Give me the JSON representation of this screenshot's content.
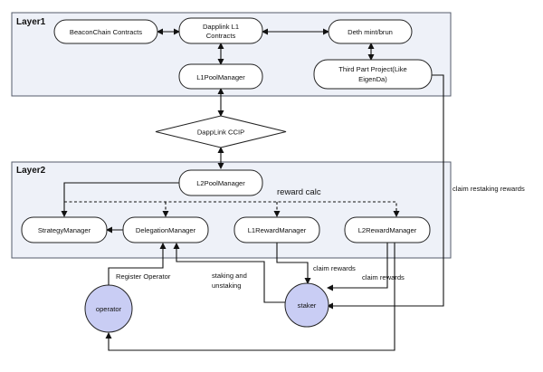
{
  "layers": {
    "layer1_title": "Layer1",
    "layer2_title": "Layer2"
  },
  "nodes": {
    "beaconchain": "BeaconChain Contracts",
    "dapplink_l1_line1": "Dapplink L1",
    "dapplink_l1_line2": "Contracts",
    "deth": "Deth mint/brun",
    "third_party_line1": "Third Part Project(Like",
    "third_party_line2": "EigenDa)",
    "l1_pool_manager": "L1PoolManager",
    "ccip": "DappLink CCIP",
    "l2_pool_manager": "L2PoolManager",
    "strategy_manager": "StrategyManager",
    "delegation_manager": "DelegationManager",
    "l1_reward_manager": "L1RewardManager",
    "l2_reward_manager": "L2RewardManager",
    "operator": "operator",
    "staker": "staker"
  },
  "edge_labels": {
    "reward_calc": "reward calc",
    "claim_restaking_rewards": "claim restaking rewards",
    "register_operator": "Register Operator",
    "staking_line1": "staking and",
    "staking_line2": "unstaking",
    "claim_rewards_1": "claim rewards",
    "claim_rewards_2": "claim rewards"
  }
}
